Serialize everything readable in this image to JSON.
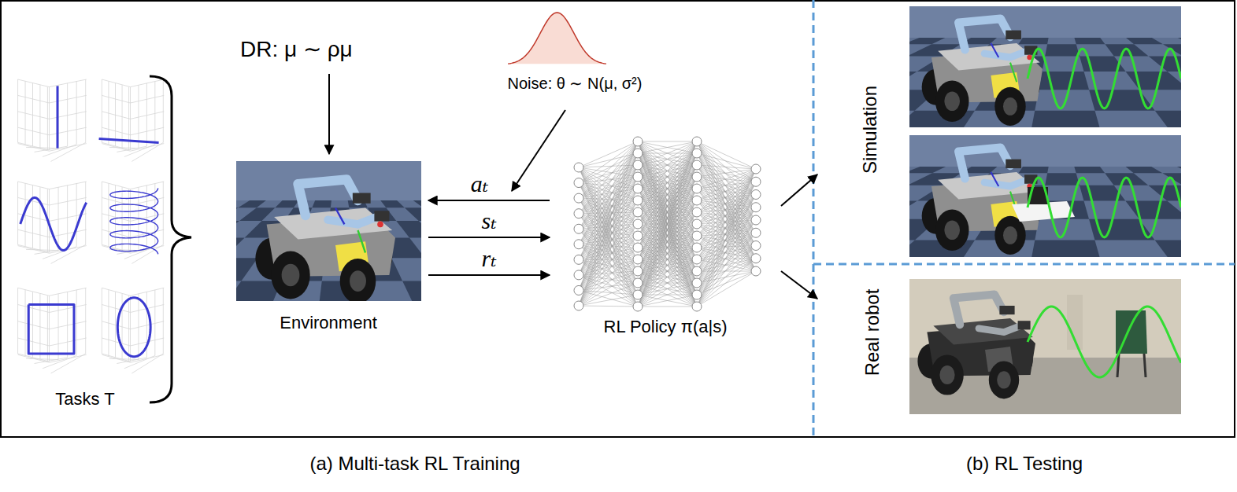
{
  "diagram": {
    "nodes": [
      {
        "text": [
          "Tasks T"
        ]
      },
      {
        "text": [
          "DR: μ ∼ ρμ"
        ]
      },
      {
        "text": [
          "Noise: θ ∼ N(μ, σ²)"
        ]
      },
      {
        "text": [
          "Environment"
        ]
      },
      {
        "text": [
          "RL Policy π(a|s)"
        ]
      },
      {
        "text": [
          "Simulation"
        ]
      },
      {
        "text": [
          "Real robot"
        ]
      }
    ],
    "edges": [
      {
        "from": 1,
        "to": 3,
        "arrow": "to"
      },
      {
        "from": 4,
        "to": 3,
        "label": "aₜ",
        "arrow": "to"
      },
      {
        "from": 3,
        "to": 4,
        "label": "sₜ",
        "arrow": "to"
      },
      {
        "from": 3,
        "to": 4,
        "label": "rₜ",
        "arrow": "to"
      },
      {
        "from": 4,
        "to": 5,
        "arrow": "to"
      },
      {
        "from": 4,
        "to": 6,
        "arrow": "to"
      }
    ],
    "labels": [
      "(a) Multi-task RL Training",
      "(b) RL Testing"
    ]
  }
}
